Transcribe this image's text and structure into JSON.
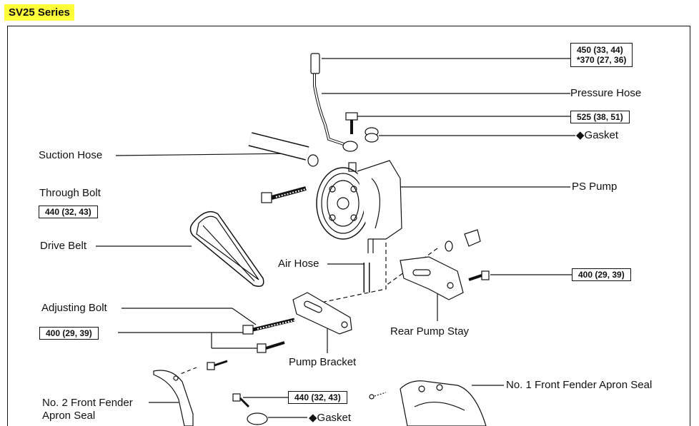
{
  "series_title": "SV25 Series",
  "labels": {
    "pressure_hose": "Pressure Hose",
    "gasket_top": "◆Gasket",
    "suction_hose": "Suction Hose",
    "ps_pump": "PS Pump",
    "through_bolt": "Through Bolt",
    "drive_belt": "Drive Belt",
    "air_hose": "Air Hose",
    "adjusting_bolt": "Adjusting Bolt",
    "rear_pump_stay": "Rear Pump Stay",
    "pump_bracket": "Pump Bracket",
    "no1_seal": "No. 1 Front Fender Apron Seal",
    "no2_seal_line1": "No. 2 Front Fender",
    "no2_seal_line2": "Apron Seal",
    "gasket_bottom": "◆Gasket"
  },
  "torque": {
    "pressure_hose_line1": "450 (33, 44)",
    "pressure_hose_line2": "*370 (27, 36)",
    "union_bolt": "525 (38, 51)",
    "through_bolt": "440 (32, 43)",
    "rear_stay": "400 (29, 39)",
    "adjusting_bolt": "400 (29, 39)",
    "bottom_bolt": "440 (32, 43)"
  }
}
